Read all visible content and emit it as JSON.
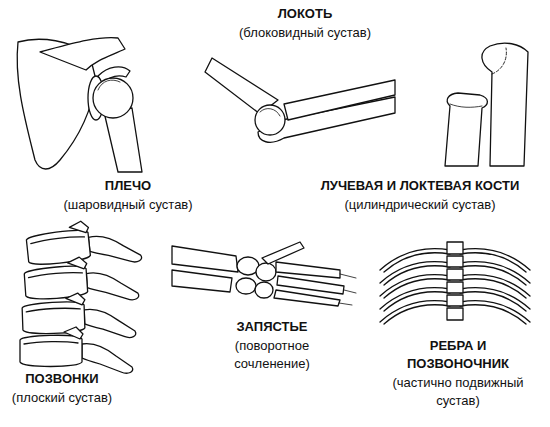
{
  "diagram": {
    "labels": [
      "ЛОКОТЬ",
      "(блоковидный сустав)",
      "ПЛЕЧО",
      "(шаровидный сустав)",
      "ЛУЧЕВАЯ И ЛОКТЕВАЯ КОСТИ",
      "(цилиндрический сустав)",
      "ПОЗВОНКИ",
      "(плоский сустав)",
      "ЗАПЯСТЬЕ",
      "(поворотное сочленение)",
      "РЕБРА И ПОЗВОНОЧНИК",
      "(частично подвижный сустав)"
    ]
  }
}
